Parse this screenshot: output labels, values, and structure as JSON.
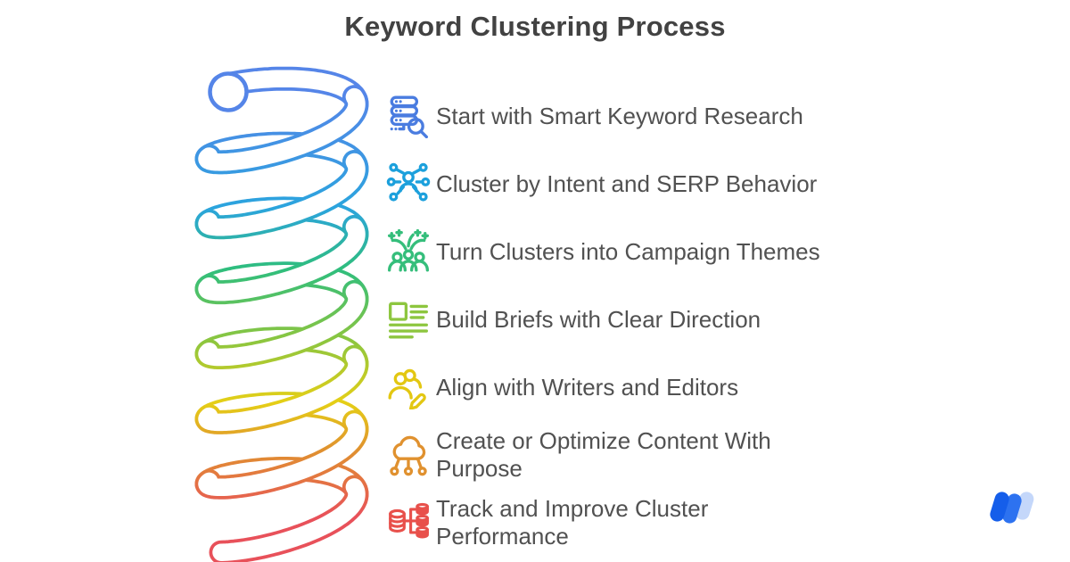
{
  "title": "Keyword Clustering Process",
  "steps": [
    {
      "label": "Start with Smart Keyword Research",
      "icon": "database-search-icon",
      "color": "#4A7CE0"
    },
    {
      "label": "Cluster by Intent and SERP Behavior",
      "icon": "person-network-icon",
      "color": "#1CA0DC"
    },
    {
      "label": "Turn Clusters into Campaign Themes",
      "icon": "group-sparks-icon",
      "color": "#35BE7B"
    },
    {
      "label": "Build Briefs with Clear Direction",
      "icon": "brief-document-icon",
      "color": "#8DC63F"
    },
    {
      "label": "Align with Writers and Editors",
      "icon": "users-pencil-icon",
      "color": "#E3C712"
    },
    {
      "label": "Create or Optimize Content With Purpose",
      "icon": "cloud-network-icon",
      "color": "#E0912F"
    },
    {
      "label": "Track and Improve Cluster Performance",
      "icon": "database-branch-icon",
      "color": "#E8504B"
    }
  ],
  "spiral": {
    "gradient_colors": [
      "#5585E8",
      "#2BA4DE",
      "#2FBE7D",
      "#8CC63F",
      "#E5CF16",
      "#E0912F",
      "#E8515A"
    ]
  },
  "logo": {
    "name": "writesonic-w-logo",
    "colors": [
      "#155EEA",
      "#2D72F0",
      "#C4D7FA"
    ]
  }
}
